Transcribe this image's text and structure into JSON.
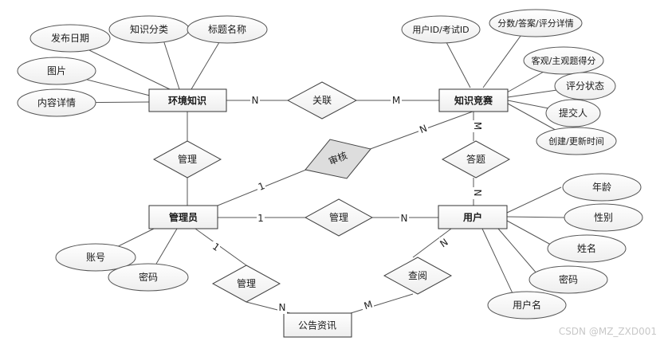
{
  "entities": {
    "env_knowledge": "环境知识",
    "knowledge_contest": "知识竞赛",
    "admin": "管理员",
    "user": "用户",
    "announcement": "公告资讯"
  },
  "relationships": {
    "association": "关联",
    "review": "审核",
    "answer": "答题",
    "manage_user": "管理",
    "manage_knowledge": "管理",
    "manage_announcement": "管理",
    "browse": "查阅"
  },
  "attributes": {
    "env_knowledge": [
      "发布日期",
      "知识分类",
      "标题名称",
      "图片",
      "内容详情"
    ],
    "knowledge_contest": [
      "用户ID/考试ID",
      "分数/答案/评分详情",
      "客观/主观题得分",
      "评分状态",
      "提交人",
      "创建/更新时间"
    ],
    "admin": [
      "账号",
      "密码"
    ],
    "user": [
      "年龄",
      "性别",
      "姓名",
      "密码",
      "用户名"
    ]
  },
  "cardinalities": {
    "knowledge_assoc": "N",
    "contest_assoc": "M",
    "contest_review": "N",
    "admin_review": "1",
    "contest_answer": "M",
    "user_answer": "N",
    "admin_manage_user": "1",
    "user_manage": "N",
    "admin_manage_ann": "1",
    "ann_manage": "N",
    "ann_browse": "M",
    "user_browse": "N"
  },
  "watermark": "CSDN @MZ_ZXD001"
}
